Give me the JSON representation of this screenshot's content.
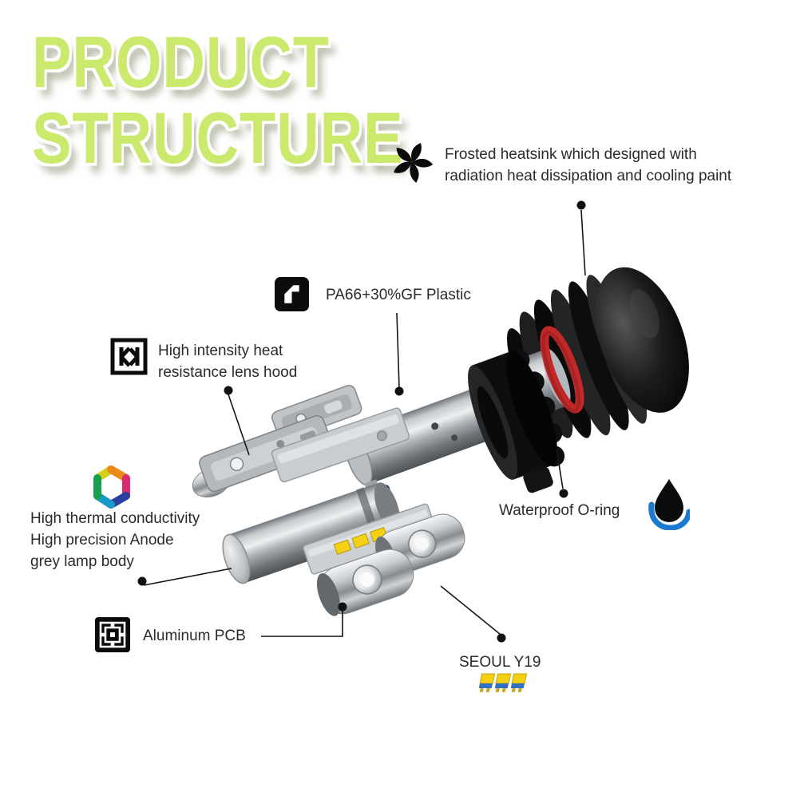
{
  "title": {
    "line1": "PRODUCT",
    "line2": "STRUCTURE"
  },
  "callouts": {
    "heatsink": {
      "icon": "fan-swirl-icon",
      "lines": [
        "Frosted heatsink which designed with",
        "radiation heat dissipation and cooling paint"
      ]
    },
    "plastic": {
      "icon": "plastic-logo-icon",
      "lines": [
        "PA66+30%GF Plastic"
      ]
    },
    "lens_hood": {
      "icon": "lens-hood-icon",
      "lines": [
        "High intensity heat",
        "resistance lens hood"
      ]
    },
    "lamp_body": {
      "icon": "thermal-swirl-icon",
      "lines": [
        "High thermal conductivity",
        "High precision Anode",
        "grey lamp body"
      ]
    },
    "oring": {
      "icon": "water-drop-icon",
      "lines": [
        "Waterproof O-ring"
      ]
    },
    "pcb": {
      "icon": "greek-key-icon",
      "lines": [
        "Aluminum PCB"
      ]
    },
    "led": {
      "icon": "led-chips-icon",
      "lines": [
        "SEOUL Y19"
      ]
    }
  },
  "colors": {
    "title_green": "#cbe96d",
    "oring_red": "#c32828",
    "led_yellow": "#f4d013",
    "led_blue": "#2f6fc4",
    "drop_blue": "#1b79cf",
    "leader_line": "#151515"
  }
}
